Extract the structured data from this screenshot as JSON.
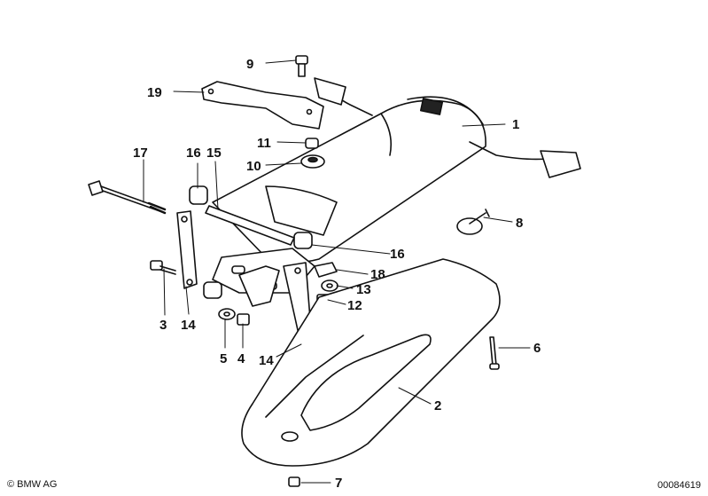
{
  "callouts": [
    {
      "id": "1",
      "text": "1"
    },
    {
      "id": "2",
      "text": "2"
    },
    {
      "id": "3",
      "text": "3"
    },
    {
      "id": "4",
      "text": "4"
    },
    {
      "id": "5",
      "text": "5"
    },
    {
      "id": "6",
      "text": "6"
    },
    {
      "id": "7",
      "text": "7"
    },
    {
      "id": "8",
      "text": "8"
    },
    {
      "id": "9",
      "text": "9"
    },
    {
      "id": "10",
      "text": "10"
    },
    {
      "id": "11",
      "text": "11"
    },
    {
      "id": "12",
      "text": "12"
    },
    {
      "id": "13",
      "text": "13"
    },
    {
      "id": "14a",
      "text": "14"
    },
    {
      "id": "14b",
      "text": "14"
    },
    {
      "id": "15",
      "text": "15"
    },
    {
      "id": "16a",
      "text": "16"
    },
    {
      "id": "16b",
      "text": "16"
    },
    {
      "id": "17",
      "text": "17"
    },
    {
      "id": "18",
      "text": "18"
    },
    {
      "id": "19",
      "text": "19"
    }
  ],
  "footer": {
    "copyright": "© BMW AG",
    "doc_number": "00084619"
  }
}
